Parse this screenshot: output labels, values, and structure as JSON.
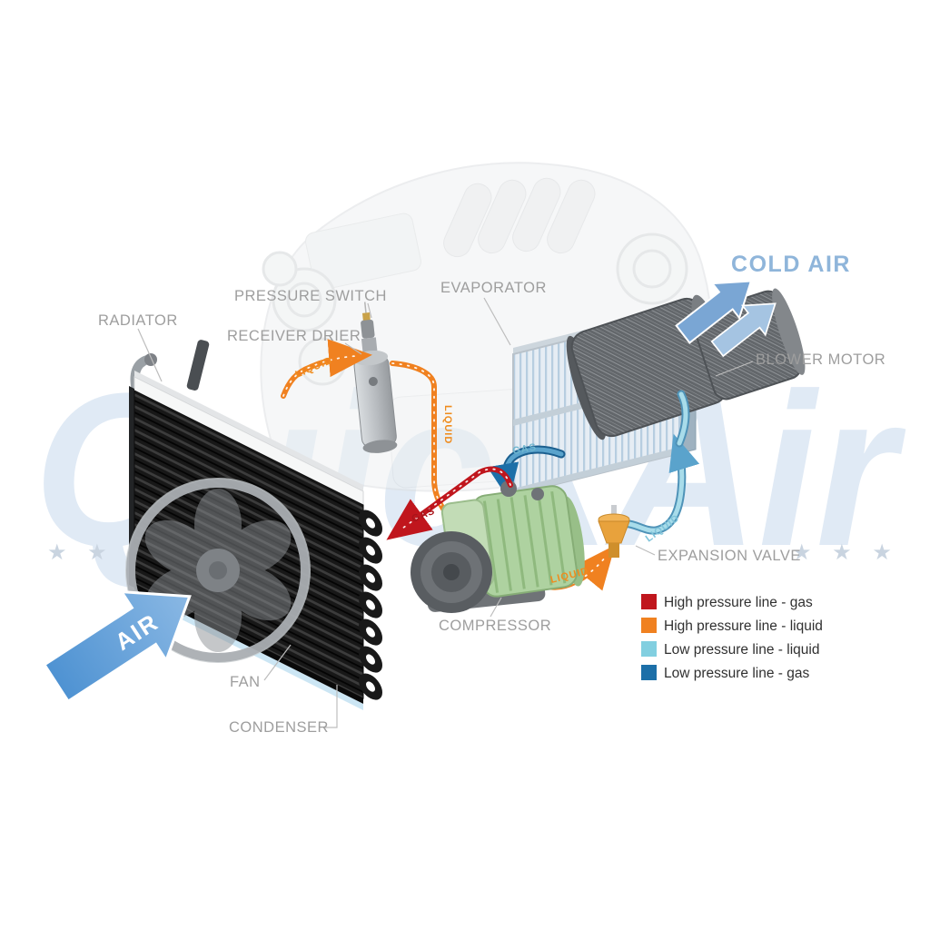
{
  "labels": {
    "radiator": "RADIATOR",
    "pressure_switch": "PRESSURE SWITCH",
    "receiver_drier": "RECEIVER DRIER",
    "evaporator": "EVAPORATOR",
    "blower_motor": "BLOWER MOTOR",
    "cold_air": "COLD AIR",
    "expansion_valve": "EXPANSION VALVE",
    "compressor": "COMPRESSOR",
    "fan": "FAN",
    "condenser": "CONDENSER",
    "air": "AIR"
  },
  "flow_labels": {
    "condenser_to_drier": "LIQUID",
    "drier_to_valve": "LIQUID",
    "discharge_gas": "GAS",
    "suction_gas": "GAS",
    "valve_to_evaporator": "LIQUID",
    "valve_inlet": "LIQUID"
  },
  "legend": {
    "items": [
      {
        "label": "High pressure line - gas",
        "color": "#c0161d"
      },
      {
        "label": "High pressure line - liquid",
        "color": "#f08120"
      },
      {
        "label": "Low pressure line - liquid",
        "color": "#82cfe0"
      },
      {
        "label": "Low pressure line -  gas",
        "color": "#1c6fa8"
      }
    ]
  },
  "watermark": {
    "text": "QuickAir",
    "stars": "★ ★ ★"
  }
}
